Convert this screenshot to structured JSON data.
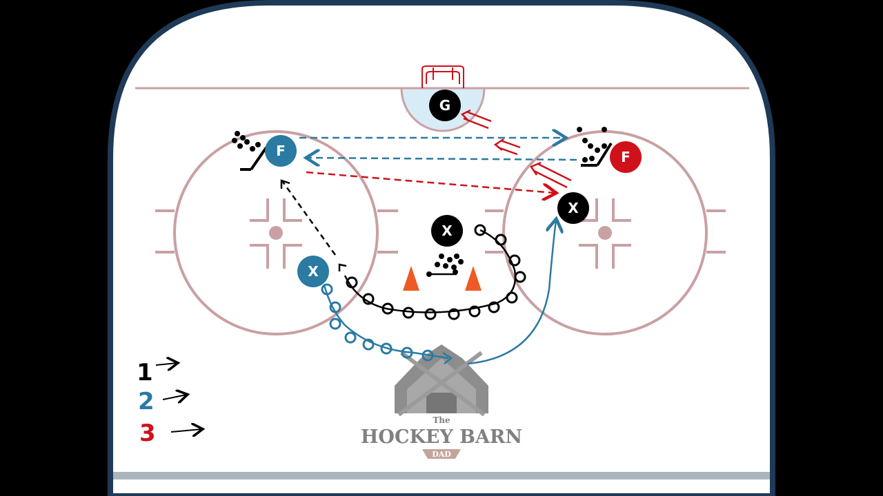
{
  "players": {
    "goalie": "G",
    "forward_left": "F",
    "forward_right": "F",
    "x_center": "X",
    "x_right": "X",
    "x_left": "X"
  },
  "legend": [
    {
      "label": "1",
      "color": "#000000"
    },
    {
      "label": "2",
      "color": "#2a7aa2"
    },
    {
      "label": "3",
      "color": "#d0101a"
    }
  ],
  "logo": {
    "small": "The",
    "main": "HOCKEY BARN",
    "tag": "DAD"
  },
  "colors": {
    "rink_border": "#1e3a56",
    "rink_lines": "#c9a0a3",
    "crease": "#d8ecf7",
    "blue": "#2a7aa2",
    "red": "#d0101a",
    "black": "#000000",
    "cone": "#ee5a24"
  }
}
